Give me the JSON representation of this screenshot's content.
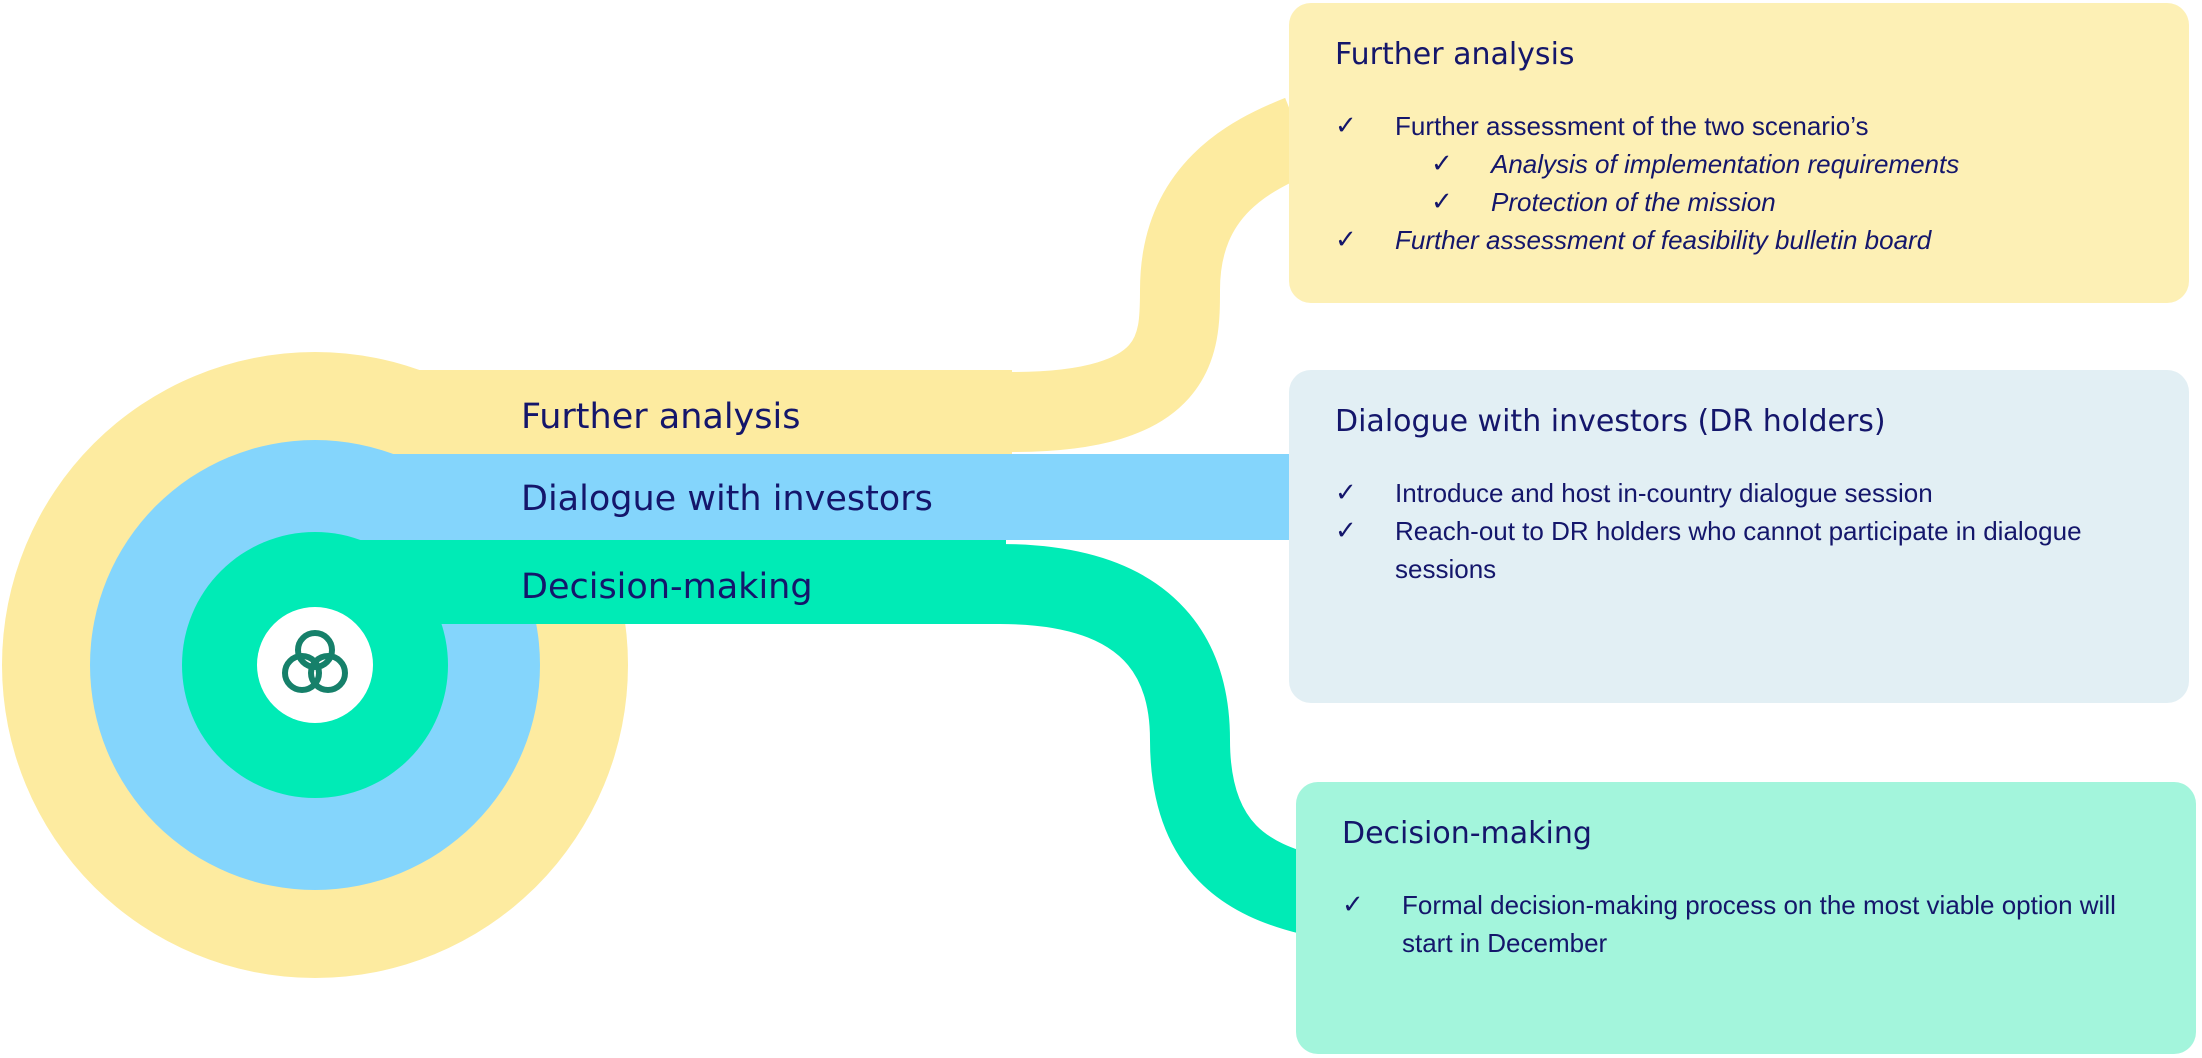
{
  "colors": {
    "analysis": "#fdeba0",
    "dialogue": "#84d5fc",
    "decision": "#00ebb6",
    "analysis_card": "#fdf0b5",
    "dialogue_card": "#e2eff4",
    "decision_card": "#a3f5dc",
    "text": "#14166b",
    "logo": "#16806a"
  },
  "bands": {
    "analysis_label": "Further analysis",
    "dialogue_label": "Dialogue with investors",
    "decision_label": "Decision-making"
  },
  "logo": {
    "icon": "triple-knot-icon"
  },
  "cards": {
    "analysis": {
      "title": "Further analysis",
      "items": [
        {
          "text": "Further assessment of the two scenario’s",
          "level": 0,
          "italic": false
        },
        {
          "text": "Analysis of implementation requirements",
          "level": 1,
          "italic": true
        },
        {
          "text": "Protection of the mission",
          "level": 1,
          "italic": true
        },
        {
          "text": "Further assessment of feasibility bulletin board",
          "level": 0,
          "italic": true
        }
      ]
    },
    "dialogue": {
      "title": "Dialogue with investors (DR holders)",
      "items": [
        {
          "text": "Introduce and host in-country dialogue session",
          "level": 0,
          "italic": false
        },
        {
          "text": "Reach-out to DR holders who cannot participate in dialogue sessions",
          "level": 0,
          "italic": false
        }
      ]
    },
    "decision": {
      "title": "Decision-making",
      "items": [
        {
          "text": "Formal decision-making process on the most viable option will start in December",
          "level": 0,
          "italic": false
        }
      ]
    }
  },
  "check_symbol": "✓"
}
